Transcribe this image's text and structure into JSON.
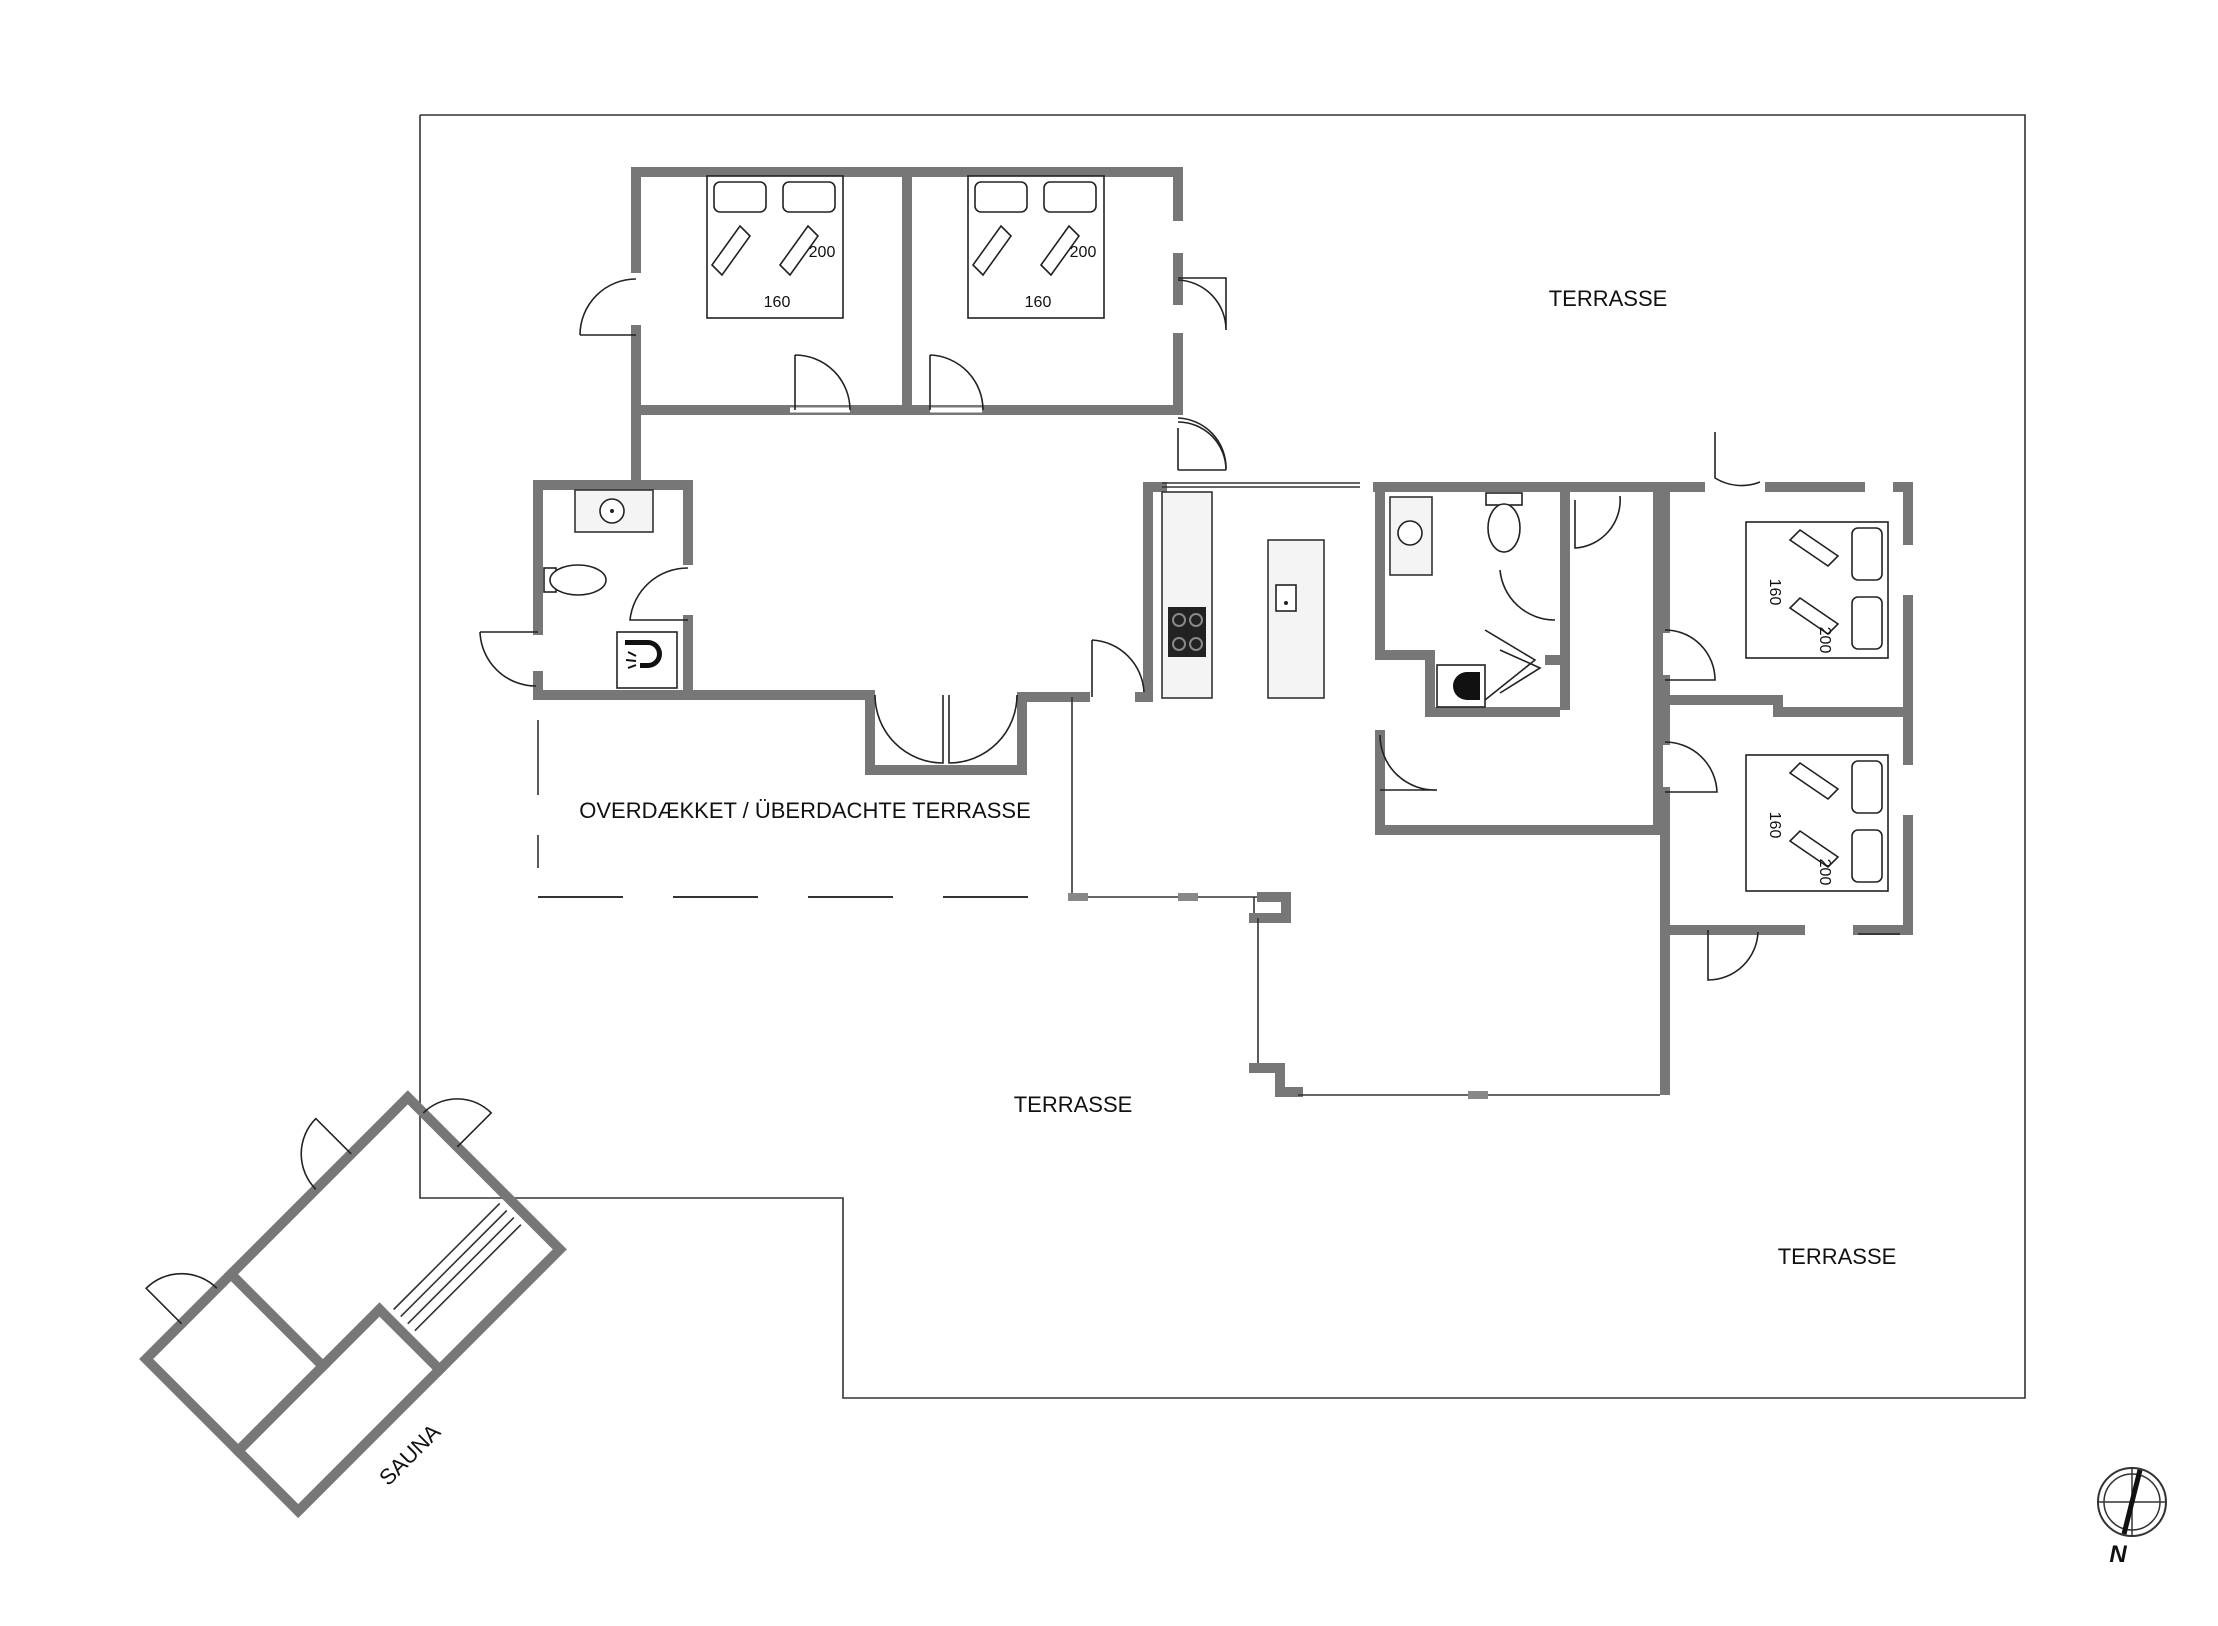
{
  "labels": {
    "terrasse_north": "TERRASSE",
    "terrasse_south": "TERRASSE",
    "terrasse_southeast": "TERRASSE",
    "covered_terrace": "OVERDÆKKET / ÜBERDACHTE TERRASSE",
    "sauna": "SAUNA"
  },
  "beds": [
    {
      "width": "160",
      "length": "200"
    },
    {
      "width": "160",
      "length": "200"
    },
    {
      "width": "160",
      "length": "200"
    },
    {
      "width": "160",
      "length": "200"
    }
  ],
  "compass": {
    "north_label": "N"
  },
  "colors": {
    "wall": "#777777",
    "line": "#333333",
    "background": "#ffffff"
  }
}
